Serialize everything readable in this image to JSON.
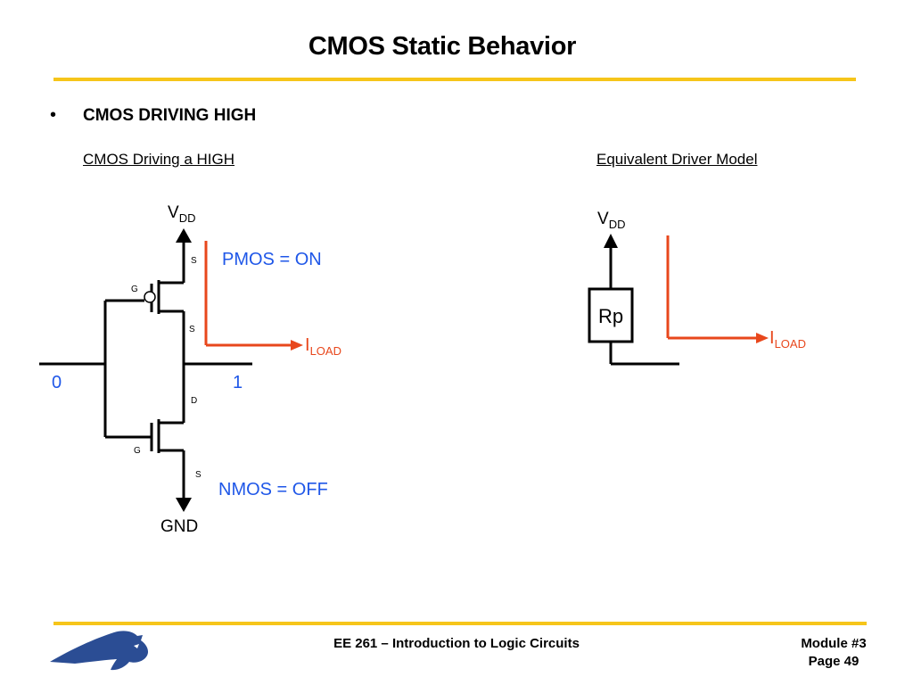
{
  "slide": {
    "title": "CMOS Static Behavior",
    "bullet_marker": "•",
    "bullet": "CMOS DRIVING HIGH",
    "left_heading": "CMOS Driving a HIGH",
    "right_heading": "Equivalent Driver Model"
  },
  "circuit": {
    "vdd_main": "V",
    "vdd_sub": "DD",
    "gnd": "GND",
    "input_value": "0",
    "output_value": "1",
    "pmos_state": "PMOS = ON",
    "nmos_state": "NMOS = OFF",
    "iload_main": "I",
    "iload_sub": "LOAD",
    "pin_labels": {
      "pmos_gate": "G",
      "pmos_top": "S",
      "pmos_bottom": "S",
      "nmos_top": "D",
      "nmos_gate": "G",
      "nmos_bottom": "S"
    }
  },
  "model": {
    "vdd_main": "V",
    "vdd_sub": "DD",
    "resistor": "Rp",
    "iload_main": "I",
    "iload_sub": "LOAD"
  },
  "footer": {
    "course": "EE 261 – Introduction to Logic Circuits",
    "module": "Module #3",
    "page": "Page 49"
  },
  "colors": {
    "accent_rule": "#f6c51a",
    "state_text": "#1f57e8",
    "current": "#e8471c",
    "logo": "#2b4d94"
  }
}
